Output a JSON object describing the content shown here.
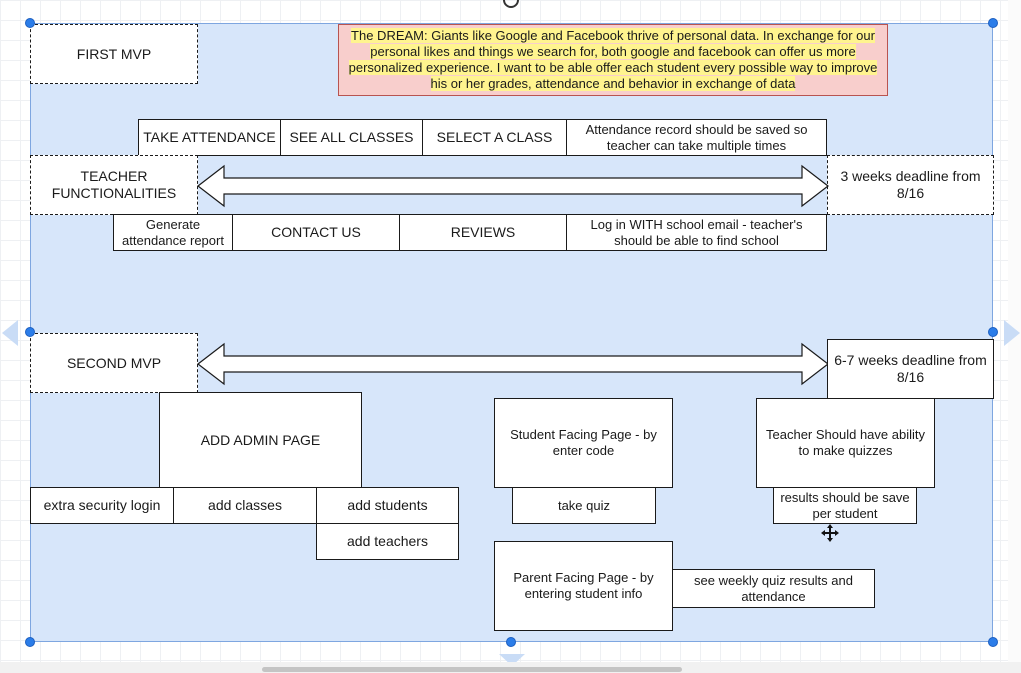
{
  "dream_note": "The DREAM: Giants like Google and Facebook thrive of personal data. In exchange for our personal likes and things we search for, both google and facebook can offer us more personalized experience. I want to be able offer each student every possible way to improve his or her grades, attendance and behavior in exchange of data",
  "first_mvp": {
    "label": "FIRST MVP",
    "teacher_functionalities": "TEACHER FUNCTIONALITIES",
    "deadline": "3 weeks deadline from 8/16",
    "top_row": [
      "TAKE ATTENDANCE",
      "SEE ALL CLASSES",
      "SELECT A CLASS",
      "Attendance record should be saved so teacher can take multiple times"
    ],
    "bottom_row": [
      "Generate attendance report",
      "CONTACT US",
      "REVIEWS",
      "Log in WITH school email - teacher's should be able to find school"
    ]
  },
  "second_mvp": {
    "label": "SECOND MVP",
    "deadline": "6-7 weeks deadline from 8/16",
    "admin": {
      "label": "ADD ADMIN PAGE",
      "items": [
        "extra security login",
        "add classes",
        "add students",
        "add teachers"
      ]
    },
    "student_page": {
      "label": "Student Facing Page - by enter code",
      "sub": "take quiz"
    },
    "teacher_quiz": {
      "label": "Teacher Should have ability to make quizzes",
      "sub": "results should be save per student"
    },
    "parent_page": {
      "label": "Parent Facing Page - by entering student info",
      "sub": "see weekly quiz results and attendance"
    }
  },
  "colors": {
    "selection_fill": "#d7e6fa",
    "selection_border": "#7ea6e0",
    "handle": "#2b7de9",
    "note_fill": "#f8cecc",
    "note_highlight": "#fff48f"
  },
  "icons": [
    "rotate-handle-icon",
    "resize-handle-icon",
    "move-cursor-icon",
    "double-arrow-icon",
    "expand-arrow-icon"
  ]
}
